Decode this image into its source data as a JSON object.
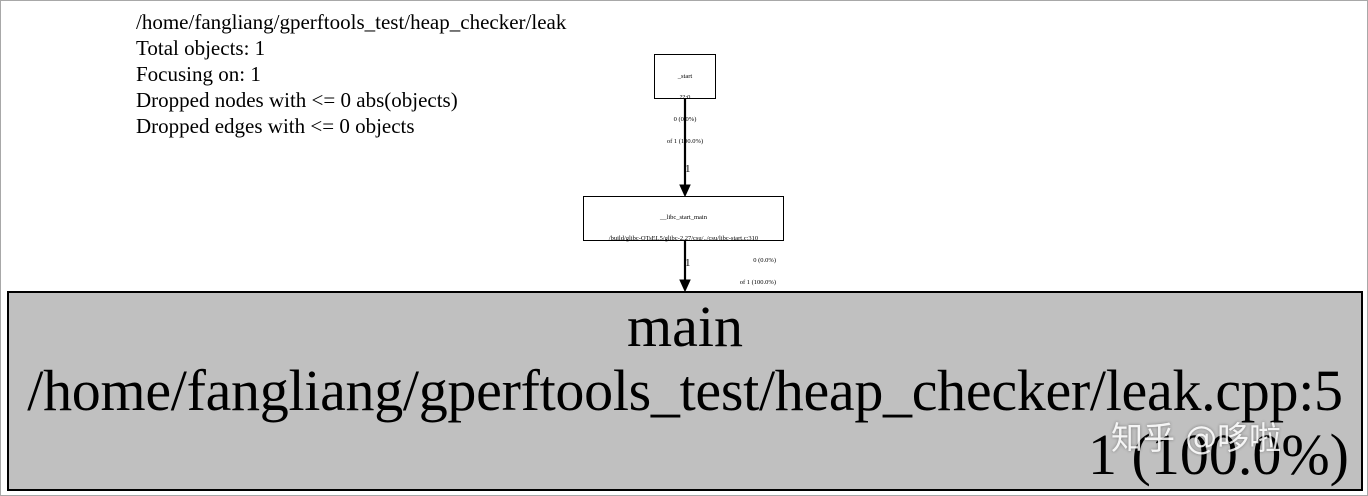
{
  "legend": {
    "lines": [
      "/home/fangliang/gperftools_test/heap_checker/leak",
      "Total objects: 1",
      "Focusing on: 1",
      "Dropped nodes with <= 0 abs(objects)",
      "Dropped edges with <= 0 objects"
    ]
  },
  "nodes": {
    "start": {
      "name": "_start",
      "location": "??:0",
      "flat": "0 (0.0%)",
      "cumulative": "of 1 (100.0%)"
    },
    "libc_start_main": {
      "name": "__libc_start_main",
      "location": "/build/glibc-OTsEL5/glibc-2.27/csu/../csu/libc-start.c:310",
      "flat": "0 (0.0%)",
      "cumulative": "of 1 (100.0%)"
    },
    "main": {
      "name": "main",
      "location": "/home/fangliang/gperftools_test/heap_checker/leak.cpp:5",
      "count": "1 (100.0%)"
    }
  },
  "edges": [
    {
      "from": "start",
      "to": "libc_start_main",
      "label": "1"
    },
    {
      "from": "libc_start_main",
      "to": "main",
      "label": "1"
    }
  ],
  "watermark": "知乎 @哆啦"
}
